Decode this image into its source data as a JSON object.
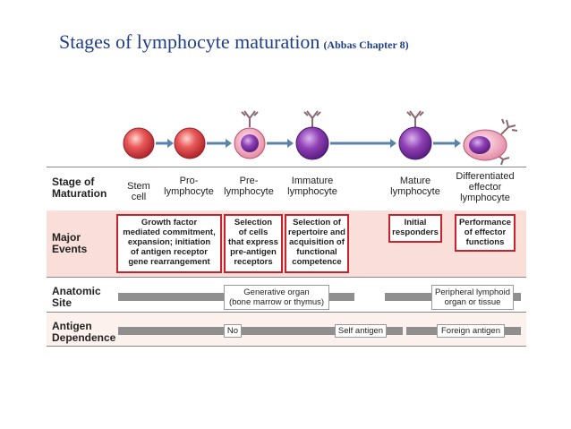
{
  "title": {
    "main": "Stages of lymphocyte maturation",
    "sub": "(Abbas Chapter 8)"
  },
  "row_labels": {
    "stage": [
      "Stage of",
      "Maturation"
    ],
    "events": [
      "Major",
      "Events"
    ],
    "site": [
      "Anatomic",
      "Site"
    ],
    "antigen": [
      "Antigen",
      "Dependence"
    ]
  },
  "stages": [
    {
      "lines": [
        "Stem",
        "cell"
      ]
    },
    {
      "lines": [
        "Pro-",
        "lymphocyte"
      ]
    },
    {
      "lines": [
        "Pre-",
        "lymphocyte"
      ]
    },
    {
      "lines": [
        "Immature",
        "lymphocyte"
      ]
    },
    {
      "lines": [
        "Mature",
        "lymphocyte"
      ]
    },
    {
      "lines": [
        "Differentiated",
        "effector",
        "lymphocyte"
      ]
    }
  ],
  "events": [
    {
      "lines": [
        "Growth factor",
        "mediated commitment,",
        "expansion; initiation",
        "of antigen receptor",
        "gene rearrangement"
      ]
    },
    {
      "lines": [
        "Selection",
        "of cells",
        "that express",
        "pre-antigen",
        "receptors"
      ]
    },
    {
      "lines": [
        "Selection of",
        "repertoire and",
        "acquisition of",
        "functional",
        "competence"
      ]
    },
    {
      "lines": [
        "Initial",
        "responders"
      ]
    },
    {
      "lines": [
        "Performance",
        "of effector",
        "functions"
      ]
    }
  ],
  "site": {
    "generative": [
      "Generative organ",
      "(bone marrow or thymus)"
    ],
    "peripheral": [
      "Peripheral lymphoid",
      "organ or tissue"
    ]
  },
  "antigen": {
    "no": "No",
    "self": "Self antigen",
    "foreign": "Foreign antigen"
  },
  "colors": {
    "title": "#1f3f86",
    "band_pink": "#f9ded9",
    "band_light": "#fdf1ee",
    "border_red": "#c8232c",
    "arrow_blue": "#5b82ad",
    "stem_cell": "#d83b3b",
    "lymph_purple": "#7a2f9c",
    "receptor": "#8a6a72"
  }
}
